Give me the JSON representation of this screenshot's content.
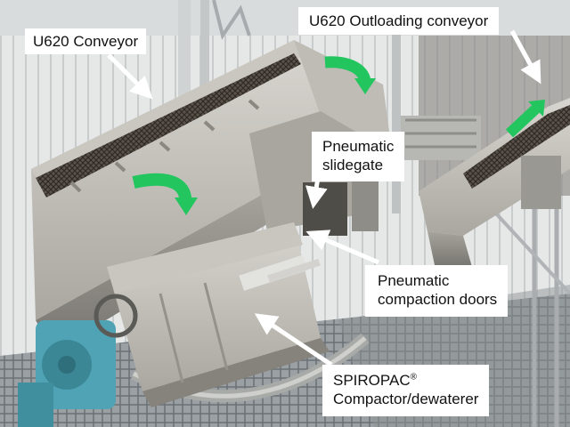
{
  "labels": {
    "u620_conveyor": {
      "text": "U620 Conveyor"
    },
    "outloading_conveyor": {
      "text": "U620 Outloading conveyor"
    },
    "slidegate": {
      "line1": "Pneumatic",
      "line2": "slidegate"
    },
    "compaction_doors": {
      "line1": "Pneumatic",
      "line2": "compaction doors"
    },
    "compactor": {
      "line1_main": "SPIROPAC",
      "line1_mark": "®",
      "line2": "Compactor/dewaterer"
    }
  },
  "colors": {
    "flow_arrow": "#22c55e",
    "label_background": "#ffffff",
    "pointer": "#ffffff",
    "stainless_steel": "#b9b8b2",
    "gearbox": "#4fa3b4"
  },
  "icons": [
    "flow-arrow-icon",
    "pointer-arrow-icon"
  ]
}
